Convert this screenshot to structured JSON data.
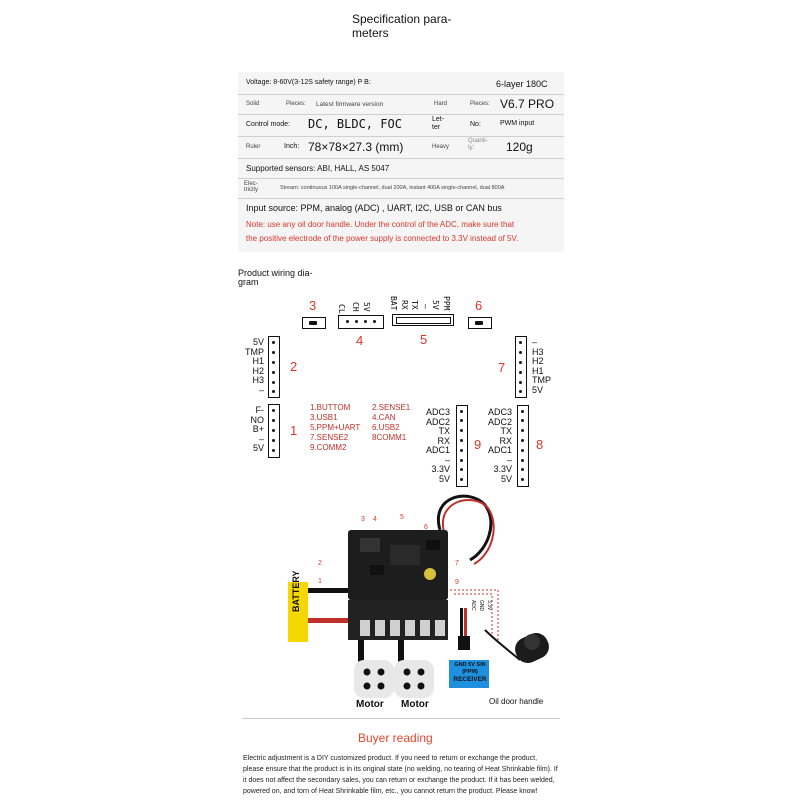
{
  "spec_title": [
    "Specification para-",
    "meters"
  ],
  "spec": {
    "voltage": "Voltage: 8-60V(3-12S safety range) P B:",
    "layers": "6-layer 180C",
    "solid": "Solid",
    "pieces1": "Pieces:",
    "firmware": "Latest firmware version",
    "hard": "Hard",
    "pieces2": "Pieces:",
    "version": "V6.7 PRO",
    "control_mode_label": "Control mode:",
    "control_mode_value": "DC, BLDC, FOC",
    "letter_line1": "Let-",
    "letter_line2": "ter",
    "no_label": "No:",
    "pwm": "PWM input",
    "ruler": "Ruler",
    "inch": "Inch:",
    "size": "78×78×27.3 (mm)",
    "heavy": "Heavy",
    "quantity_line1": "Quanti-",
    "quantity_line2": "ty:",
    "weight": "120g",
    "sensors": "Supported sensors: ABI, HALL, AS 5047",
    "elec_line1": "Elec-",
    "elec_line2": "tricity",
    "stream": "Stream: continuous 100A single-channel, dual 200A, instant 400A single-channel, dual 800A",
    "input": "Input source: PPM, analog (ADC) , UART, I2C, USB or CAN bus",
    "note_line1": "Note: use any oil door handle. Under the control of the ADC, make sure that",
    "note_line2": "the positive electrode of the power supply is connected to 3.3V instead of 5V."
  },
  "wiring_title": [
    "Product wiring dia-",
    "gram"
  ],
  "wiring": {
    "n3": "3",
    "n4": "4",
    "n5": "5",
    "n6": "6",
    "n2": "2",
    "n1": "1",
    "n7": "7",
    "n9": "9",
    "n8": "8",
    "conn4_labels": [
      "CL",
      "CH",
      "5V"
    ],
    "conn5_labels": [
      "BAT",
      "RX",
      "TX",
      "–",
      "5V",
      "PPM"
    ],
    "conn2_labels": [
      "5V",
      "TMP",
      "H1",
      "H2",
      "H3",
      "–"
    ],
    "conn1_labels": [
      "F-",
      "NO",
      "B+",
      "–",
      "5V"
    ],
    "conn7_labels": [
      "–",
      "H3",
      "H2",
      "H1",
      "TMP",
      "5V"
    ],
    "conn9_labels": [
      "ADC3",
      "ADC2",
      "TX",
      "RX",
      "ADC1",
      "–",
      "3.3V",
      "5V"
    ],
    "conn8_labels": [
      "ADC3",
      "ADC2",
      "TX",
      "RX",
      "ADC1",
      "–",
      "3.3V",
      "5V"
    ],
    "legend_left": [
      "1.BUTTOM",
      "3.USB1",
      "5.PPM+UART",
      "7.SENSE2",
      "9.COMM2"
    ],
    "legend_right": [
      "2.SENSE1",
      "4.CAN",
      "6.USB2",
      "8COMM1"
    ]
  },
  "photo": {
    "battery": "BATTERY",
    "motor1": "Motor",
    "motor2": "Motor",
    "receiver_line1": "GND 5V SIN",
    "receiver_line2": "(PPM)",
    "receiver_line3": "RECEIVER",
    "handle": "Oil door handle",
    "pin_labels": [
      "ADC",
      "GND",
      "3.3V"
    ],
    "callouts": [
      "3",
      "4",
      "5",
      "6",
      "2",
      "1",
      "7",
      "9"
    ]
  },
  "buyer": {
    "title": "Buyer reading",
    "lines": [
      "Electric adjustment is a DIY customized product. If you need to return or exchange the product,",
      "please ensure that the product is in its original state (no welding, no tearing of Heat Shrinkable film). If",
      "it does not affect the secondary sales, you can return or exchange the product. If it has been welded,",
      "powered on, and torn of Heat Shrinkable film, etc., you cannot return the product. Please know!"
    ]
  },
  "colors": {
    "accent_red": "#d9382a",
    "battery_yellow": "#f5d800",
    "receiver_blue": "#1f8fe0"
  }
}
